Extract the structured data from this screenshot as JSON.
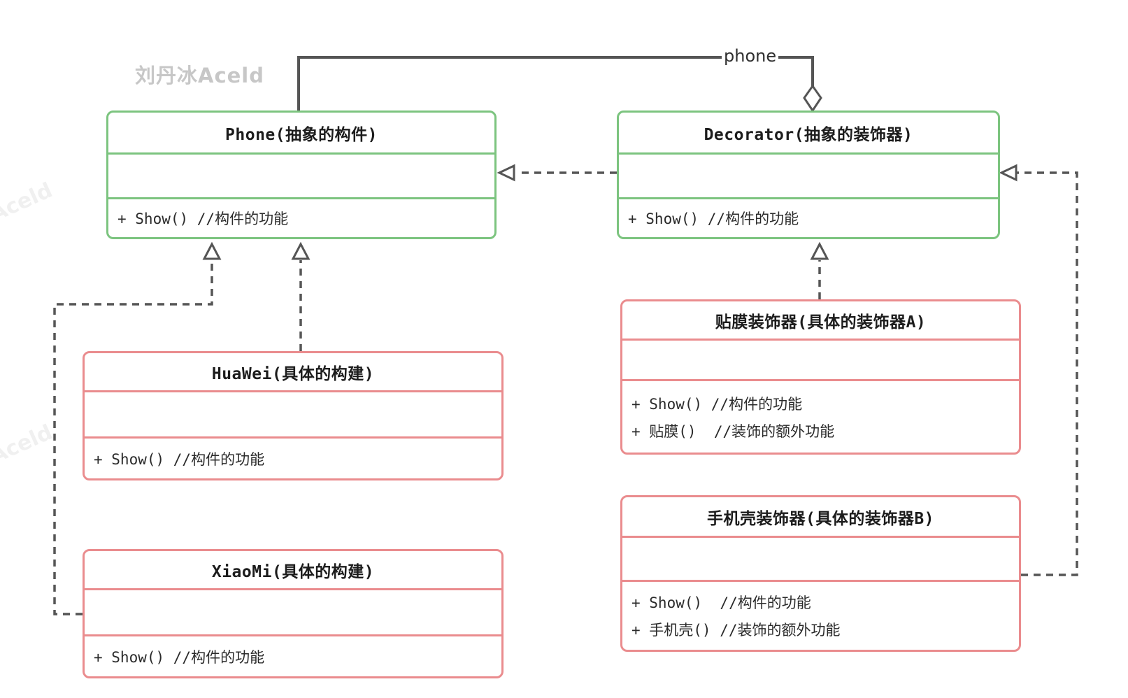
{
  "watermark": {
    "main": "刘丹冰Aceld",
    "side_top": "Aceld",
    "side_bottom": "Aceld"
  },
  "colors": {
    "abstract_border_green": "#7cc47f",
    "concrete_border_red": "#ea8c8e",
    "connector_gray": "#555555",
    "text_dark": "#2a2a2a",
    "watermark_gray": "#c7c7c7"
  },
  "association": {
    "label": "phone",
    "type": "aggregation (hollow diamond at Decorator)"
  },
  "classes": [
    {
      "id": "phone",
      "title": "Phone(抽象的构件)",
      "attributes": "",
      "methods": [
        "+ Show() //构件的功能"
      ],
      "variant": "green"
    },
    {
      "id": "decorator",
      "title": "Decorator(抽象的装饰器)",
      "attributes": "",
      "methods": [
        "+ Show() //构件的功能"
      ],
      "variant": "green"
    },
    {
      "id": "huawei",
      "title": "HuaWei(具体的构建)",
      "attributes": "",
      "methods": [
        "+ Show() //构件的功能"
      ],
      "variant": "red"
    },
    {
      "id": "xiaomi",
      "title": "XiaoMi(具体的构建)",
      "attributes": "",
      "methods": [
        "+ Show() //构件的功能"
      ],
      "variant": "red"
    },
    {
      "id": "film-decorator",
      "title": "贴膜装饰器(具体的装饰器A)",
      "attributes": "",
      "methods": [
        "+ Show() //构件的功能",
        "+ 贴膜()  //装饰的额外功能"
      ],
      "variant": "red"
    },
    {
      "id": "case-decorator",
      "title": "手机壳装饰器(具体的装饰器B)",
      "attributes": "",
      "methods": [
        "+ Show()  //构件的功能",
        "+ 手机壳() //装饰的额外功能"
      ],
      "variant": "red"
    }
  ]
}
